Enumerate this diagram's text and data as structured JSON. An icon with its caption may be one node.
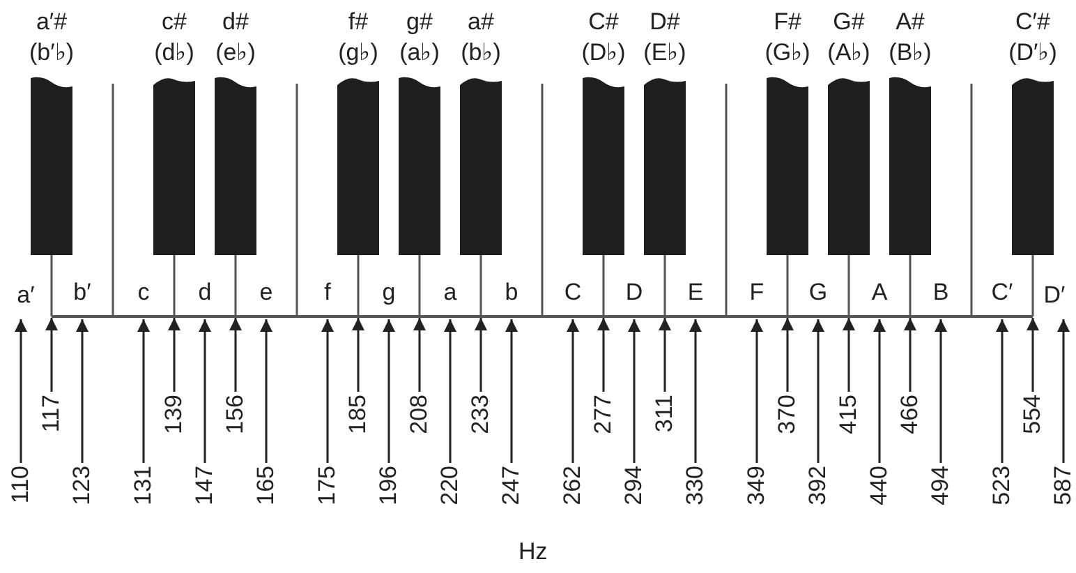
{
  "diagram": {
    "nodes": [
      {
        "text": [
          "a′#",
          "(b′♭)"
        ]
      },
      {
        "text": [
          "c#",
          "(d♭)"
        ]
      },
      {
        "text": [
          "d#",
          "(e♭)"
        ]
      },
      {
        "text": [
          "f#",
          "(g♭)"
        ]
      },
      {
        "text": [
          "g#",
          "(a♭)"
        ]
      },
      {
        "text": [
          "a#",
          "(b♭)"
        ]
      },
      {
        "text": [
          "C#",
          "(D♭)"
        ]
      },
      {
        "text": [
          "D#",
          "(E♭)"
        ]
      },
      {
        "text": [
          "F#",
          "(G♭)"
        ]
      },
      {
        "text": [
          "G#",
          "(A♭)"
        ]
      },
      {
        "text": [
          "A#",
          "(B♭)"
        ]
      },
      {
        "text": [
          "C′#",
          "(D′♭)"
        ]
      },
      {
        "text": [
          "a′"
        ]
      },
      {
        "text": [
          "b′"
        ]
      },
      {
        "text": [
          "c"
        ]
      },
      {
        "text": [
          "d"
        ]
      },
      {
        "text": [
          "e"
        ]
      },
      {
        "text": [
          "f"
        ]
      },
      {
        "text": [
          "g"
        ]
      },
      {
        "text": [
          "a"
        ]
      },
      {
        "text": [
          "b"
        ]
      },
      {
        "text": [
          "C"
        ]
      },
      {
        "text": [
          "D"
        ]
      },
      {
        "text": [
          "E"
        ]
      },
      {
        "text": [
          "F"
        ]
      },
      {
        "text": [
          "G"
        ]
      },
      {
        "text": [
          "A"
        ]
      },
      {
        "text": [
          "B"
        ]
      },
      {
        "text": [
          "C′"
        ]
      },
      {
        "text": [
          "D′"
        ]
      },
      {
        "text": [
          "110"
        ]
      },
      {
        "text": [
          "117"
        ]
      },
      {
        "text": [
          "123"
        ]
      },
      {
        "text": [
          "131"
        ]
      },
      {
        "text": [
          "139"
        ]
      },
      {
        "text": [
          "147"
        ]
      },
      {
        "text": [
          "156"
        ]
      },
      {
        "text": [
          "165"
        ]
      },
      {
        "text": [
          "175"
        ]
      },
      {
        "text": [
          "185"
        ]
      },
      {
        "text": [
          "196"
        ]
      },
      {
        "text": [
          "208"
        ]
      },
      {
        "text": [
          "220"
        ]
      },
      {
        "text": [
          "233"
        ]
      },
      {
        "text": [
          "247"
        ]
      },
      {
        "text": [
          "262"
        ]
      },
      {
        "text": [
          "277"
        ]
      },
      {
        "text": [
          "294"
        ]
      },
      {
        "text": [
          "311"
        ]
      },
      {
        "text": [
          "330"
        ]
      },
      {
        "text": [
          "349"
        ]
      },
      {
        "text": [
          "370"
        ]
      },
      {
        "text": [
          "392"
        ]
      },
      {
        "text": [
          "415"
        ]
      },
      {
        "text": [
          "440"
        ]
      },
      {
        "text": [
          "466"
        ]
      },
      {
        "text": [
          "494"
        ]
      },
      {
        "text": [
          "523"
        ]
      },
      {
        "text": [
          "554"
        ]
      },
      {
        "text": [
          "587"
        ]
      }
    ],
    "edges": [
      {
        "from": 30,
        "to": 12,
        "arrow": "to"
      },
      {
        "from": 31,
        "to": 0,
        "arrow": "to"
      },
      {
        "from": 32,
        "to": 13,
        "arrow": "to"
      },
      {
        "from": 33,
        "to": 14,
        "arrow": "to"
      },
      {
        "from": 34,
        "to": 1,
        "arrow": "to"
      },
      {
        "from": 35,
        "to": 15,
        "arrow": "to"
      },
      {
        "from": 36,
        "to": 2,
        "arrow": "to"
      },
      {
        "from": 37,
        "to": 16,
        "arrow": "to"
      },
      {
        "from": 38,
        "to": 17,
        "arrow": "to"
      },
      {
        "from": 39,
        "to": 3,
        "arrow": "to"
      },
      {
        "from": 40,
        "to": 18,
        "arrow": "to"
      },
      {
        "from": 41,
        "to": 4,
        "arrow": "to"
      },
      {
        "from": 42,
        "to": 19,
        "arrow": "to"
      },
      {
        "from": 43,
        "to": 5,
        "arrow": "to"
      },
      {
        "from": 44,
        "to": 20,
        "arrow": "to"
      },
      {
        "from": 45,
        "to": 21,
        "arrow": "to"
      },
      {
        "from": 46,
        "to": 6,
        "arrow": "to"
      },
      {
        "from": 47,
        "to": 22,
        "arrow": "to"
      },
      {
        "from": 48,
        "to": 7,
        "arrow": "to"
      },
      {
        "from": 49,
        "to": 23,
        "arrow": "to"
      },
      {
        "from": 50,
        "to": 24,
        "arrow": "to"
      },
      {
        "from": 51,
        "to": 8,
        "arrow": "to"
      },
      {
        "from": 52,
        "to": 25,
        "arrow": "to"
      },
      {
        "from": 53,
        "to": 9,
        "arrow": "to"
      },
      {
        "from": 54,
        "to": 26,
        "arrow": "to"
      },
      {
        "from": 55,
        "to": 10,
        "arrow": "to"
      },
      {
        "from": 56,
        "to": 27,
        "arrow": "to"
      },
      {
        "from": 57,
        "to": 28,
        "arrow": "to"
      },
      {
        "from": 58,
        "to": 11,
        "arrow": "to"
      },
      {
        "from": 59,
        "to": 29,
        "arrow": "to"
      }
    ],
    "labels": [
      "Hz"
    ]
  }
}
